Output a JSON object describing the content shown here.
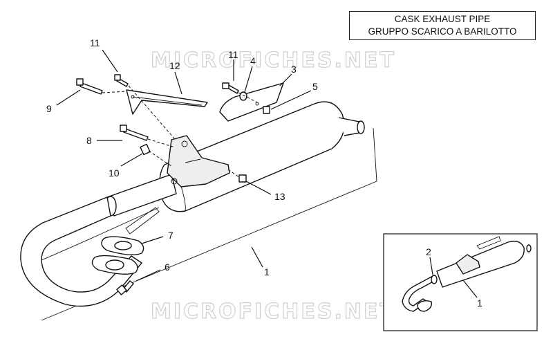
{
  "title": {
    "line1": "CASK EXHAUST PIPE",
    "line2": "GRUPPO SCARICO A BARILOTTO"
  },
  "watermark": "MICROFICHES.NET",
  "callouts": [
    {
      "id": "c11a",
      "label": "11"
    },
    {
      "id": "c12",
      "label": "12"
    },
    {
      "id": "c9",
      "label": "9"
    },
    {
      "id": "c11b",
      "label": "11"
    },
    {
      "id": "c4",
      "label": "4"
    },
    {
      "id": "c3",
      "label": "3"
    },
    {
      "id": "c5",
      "label": "5"
    },
    {
      "id": "c8",
      "label": "8"
    },
    {
      "id": "c10",
      "label": "10"
    },
    {
      "id": "c13",
      "label": "13"
    },
    {
      "id": "c7",
      "label": "7"
    },
    {
      "id": "c6",
      "label": "6"
    },
    {
      "id": "c1a",
      "label": "1"
    },
    {
      "id": "c2",
      "label": "2"
    },
    {
      "id": "c1b",
      "label": "1"
    }
  ]
}
